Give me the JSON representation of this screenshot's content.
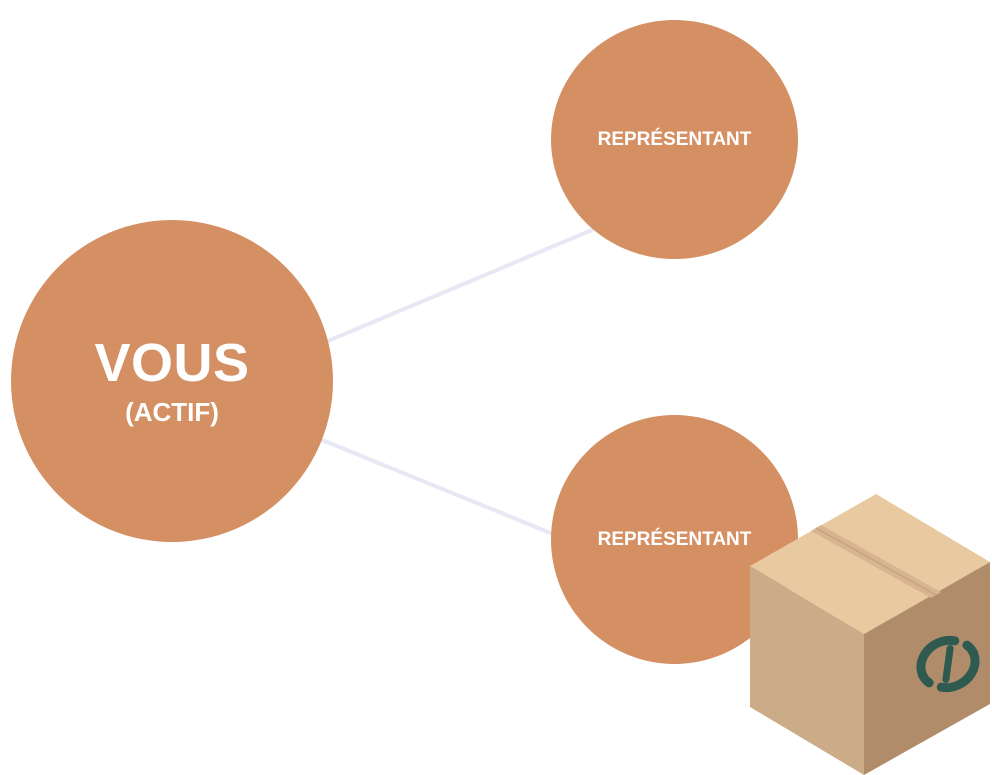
{
  "diagram": {
    "center_node": {
      "title": "VOUS",
      "subtitle": "(ACTIF)"
    },
    "representatives": [
      {
        "label": "REPRÉSENTANT"
      },
      {
        "label": "REPRÉSENTANT"
      }
    ]
  },
  "colors": {
    "node_fill": "#d48f63",
    "node_text": "#ffffff",
    "connector": "#e8e8f4",
    "box_top": "#e9c9a0",
    "box_left": "#ccab88",
    "box_right": "#b08c6b",
    "box_tape": "#d7b590",
    "logo": "#2f5a50"
  },
  "icons": {
    "box": "package-box-icon",
    "logo": "recycle-swoosh-logo-icon"
  }
}
